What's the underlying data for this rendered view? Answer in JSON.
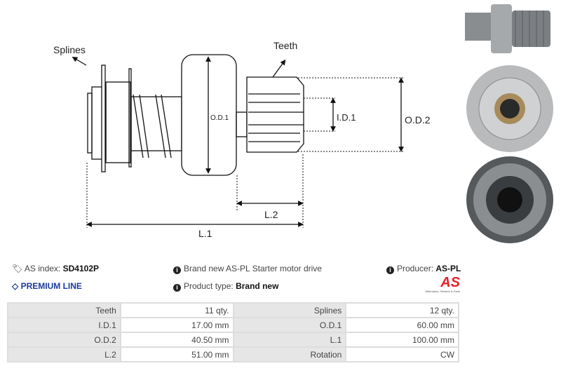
{
  "diagram": {
    "labels": {
      "splines": "Splines",
      "teeth": "Teeth",
      "od1": "O.D.1",
      "id1": "I.D.1",
      "od2": "O.D.2",
      "l1": "L.1",
      "l2": "L.2"
    }
  },
  "info": {
    "as_index_label": "AS index:",
    "as_index": "SD4102P",
    "premium": "PREMIUM LINE",
    "description": "Brand new AS-PL Starter motor drive",
    "product_type_label": "Product type:",
    "product_type": "Brand new",
    "producer_label": "Producer:",
    "producer": "AS-PL",
    "logo_text": "AS",
    "logo_sub": "Alternators, Starters & Parts"
  },
  "colors": {
    "premium": "#1a3a9c",
    "logo": "#e3232a"
  },
  "specs": [
    [
      "Teeth",
      "11 qty.",
      "Splines",
      "12 qty."
    ],
    [
      "I.D.1",
      "17.00 mm",
      "O.D.1",
      "60.00 mm"
    ],
    [
      "O.D.2",
      "40.50 mm",
      "L.1",
      "100.00 mm"
    ],
    [
      "L.2",
      "51.00 mm",
      "Rotation",
      "CW"
    ]
  ]
}
